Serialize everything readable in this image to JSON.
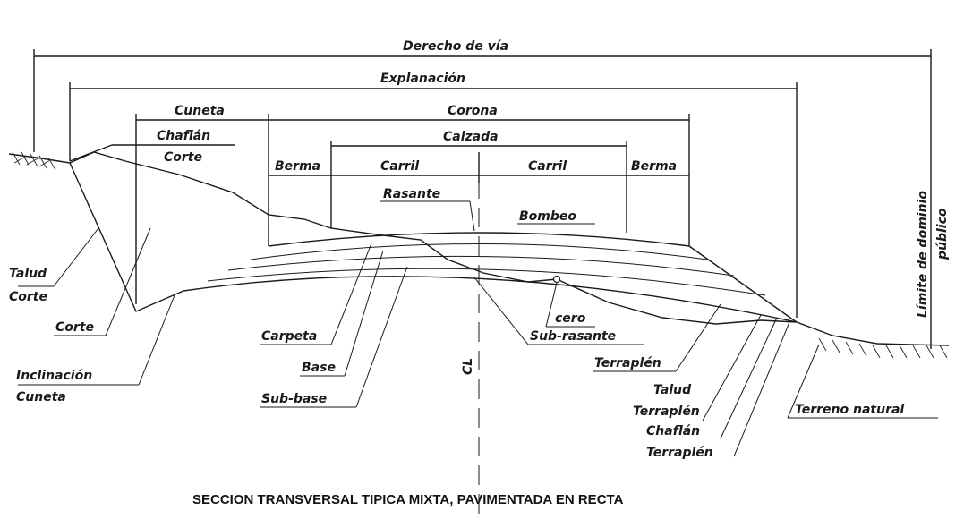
{
  "labels": {
    "derecho_de_via": "Derecho de vía",
    "explanacion": "Explanación",
    "cuneta_top": "Cuneta",
    "chaflan_corte_1": "Chaflán",
    "chaflan_corte_2": "Corte",
    "corona": "Corona",
    "calzada": "Calzada",
    "berma_left": "Berma",
    "carril_left": "Carril",
    "carril_right": "Carril",
    "berma_right": "Berma",
    "rasante": "Rasante",
    "bombeo": "Bombeo",
    "talud_corte_1": "Talud",
    "talud_corte_2": "Corte",
    "corte": "Corte",
    "inclinacion_cuneta_1": "Inclinación",
    "inclinacion_cuneta_2": "Cuneta",
    "carpeta": "Carpeta",
    "base": "Base",
    "sub_base": "Sub-base",
    "centerline": "CL",
    "cero": "cero",
    "sub_rasante": "Sub-rasante",
    "terraplen": "Terraplén",
    "talud_terraplen_1": "Talud",
    "talud_terraplen_2": "Terraplén",
    "chaflan_terraplen_1": "Chaflán",
    "chaflan_terraplen_2": "Terraplén",
    "terreno_natural": "Terreno natural",
    "limite_dominio_1": "Límite de dominio",
    "limite_dominio_2": "público"
  },
  "caption": "SECCION TRANSVERSAL TIPICA MIXTA, PAVIMENTADA EN RECTA"
}
